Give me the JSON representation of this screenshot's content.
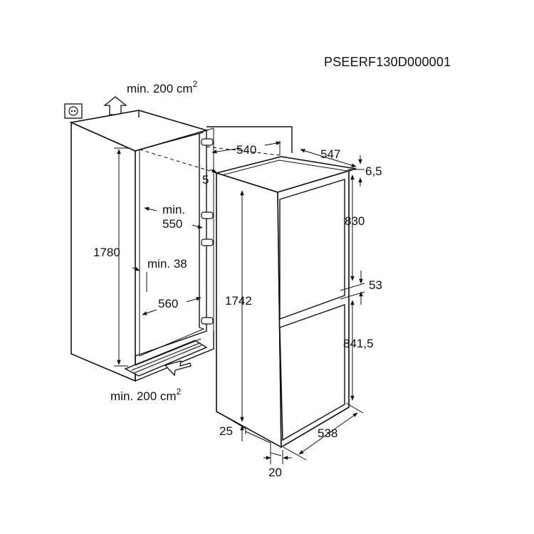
{
  "product_code": "PSEERF130D000001",
  "ventilation": {
    "top": "min. 200 cm",
    "bottom": "min. 200 cm",
    "superscript": "2"
  },
  "niche": {
    "height": "1780",
    "width_label_min": "min.",
    "width_value": "550",
    "side_gap": "min. 38",
    "depth": "560",
    "top_offset": "5",
    "top_width": "540"
  },
  "appliance": {
    "depth": "547",
    "top_gap": "6,5",
    "upper_door": "830",
    "door_gap": "53",
    "lower_door": "841,5",
    "height": "1742",
    "plinth": "25",
    "bottom_depth": "538",
    "bottom_offset": "20"
  },
  "icons": [
    "socket-icon",
    "vent-arrow-up-icon",
    "vent-arrow-in-icon"
  ]
}
